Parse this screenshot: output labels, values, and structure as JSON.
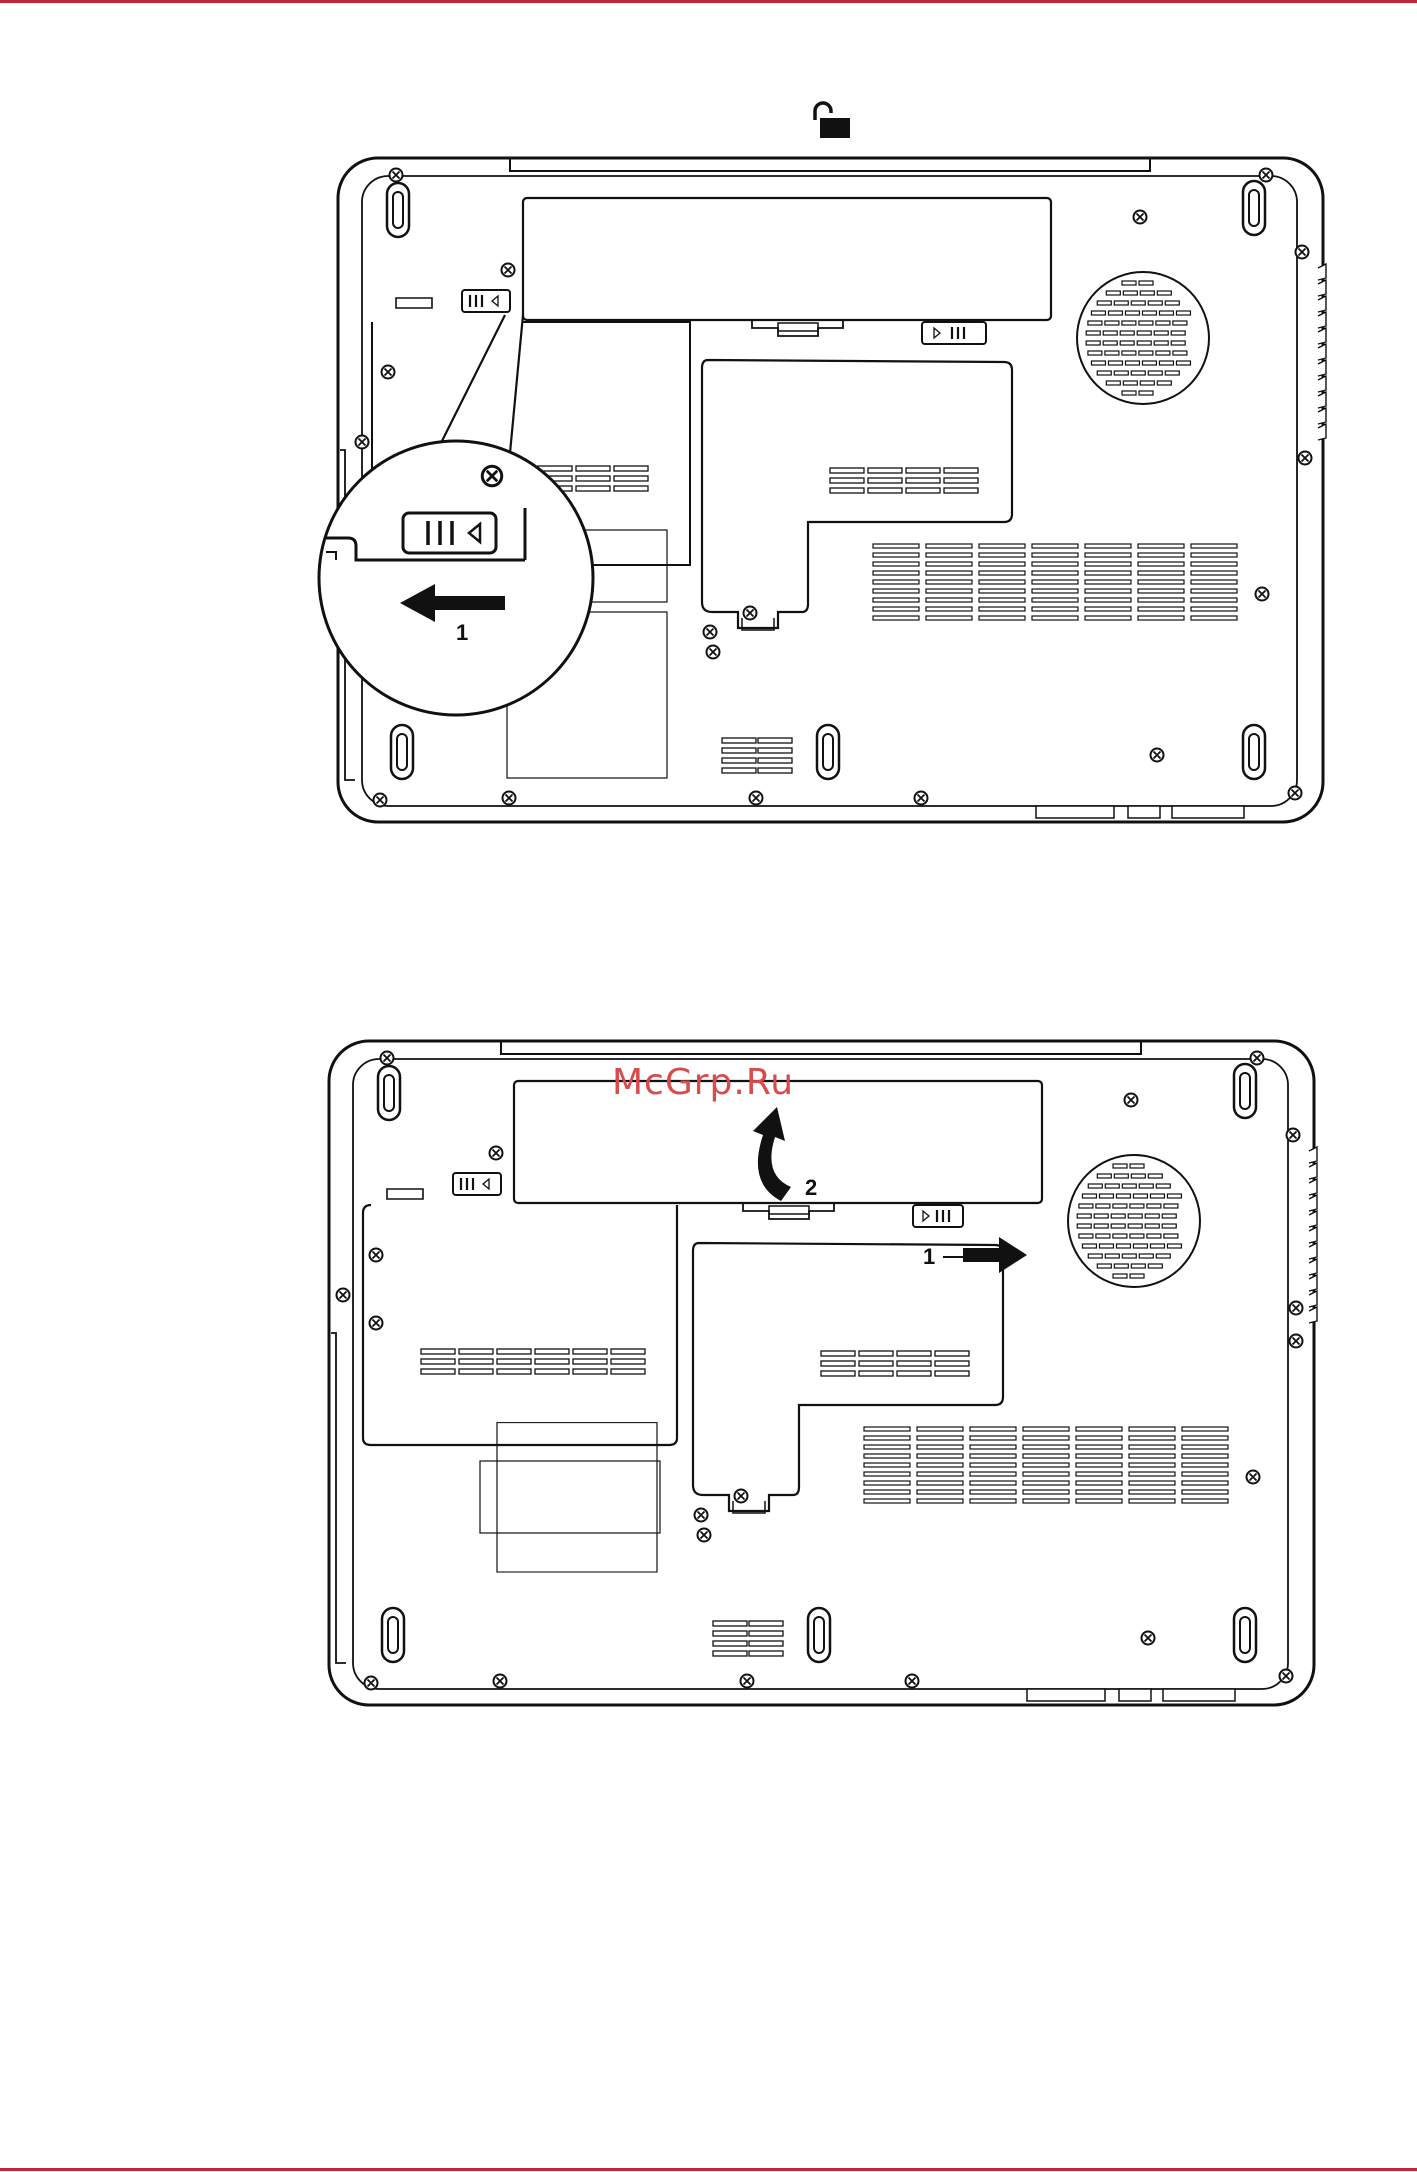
{
  "colors": {
    "rule": "#c0263a",
    "line": "#111111",
    "watermark": "#d94a4a"
  },
  "icons": {
    "unlock": "unlock-icon"
  },
  "watermark": "McGrp.Ru",
  "figure_top": {
    "callouts": [
      "1"
    ]
  },
  "figure_bottom": {
    "callouts": [
      "1",
      "2"
    ]
  }
}
